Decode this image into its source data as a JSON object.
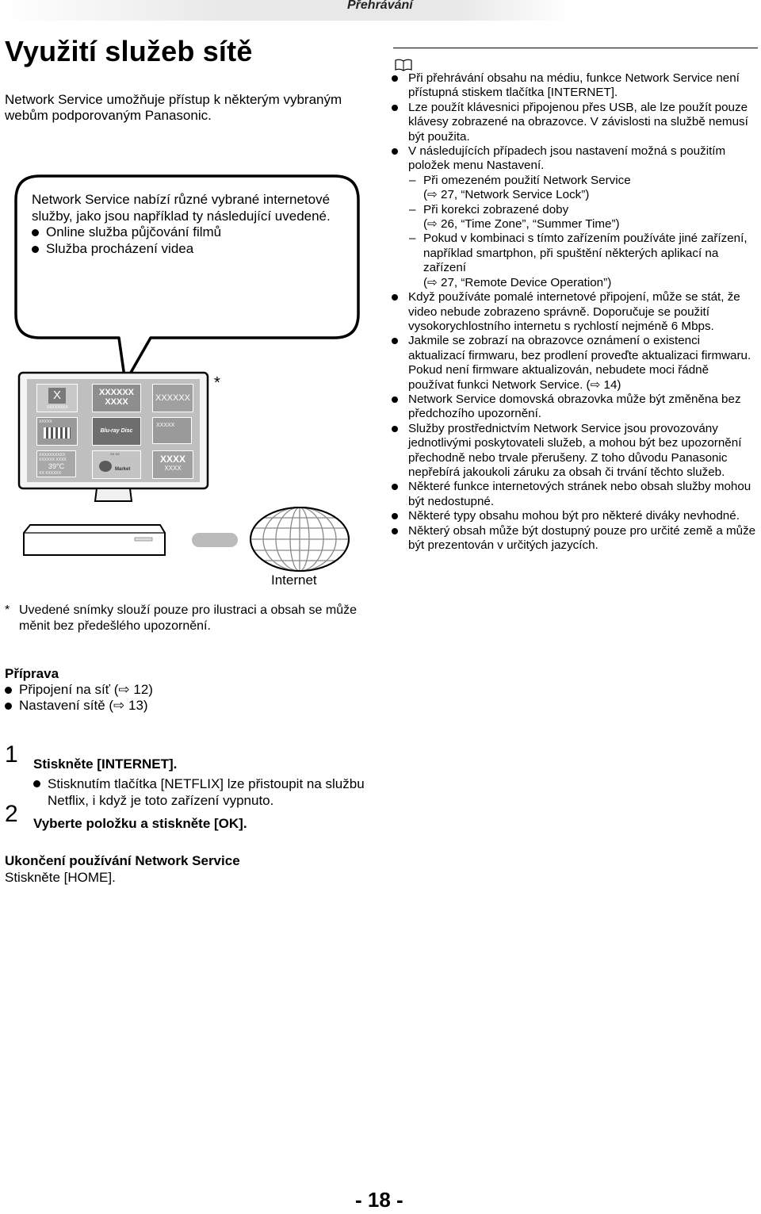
{
  "header": {
    "section": "Přehrávání"
  },
  "title": "Využití služeb sítě",
  "intro": "Network Service umožňuje přístup k některým vybraným webům podporovaným Panasonic.",
  "bubble": {
    "lead": "Network Service nabízí různé vybrané internetové služby, jako jsou například ty následující uvedené.",
    "items": [
      "Online služba půjčování filmů",
      "Služba procházení videa"
    ]
  },
  "illustration": {
    "star": "*",
    "internet_label": "Internet",
    "tiles": {
      "t1_big": "X",
      "t1_small": "XXXXXXXX",
      "t2_line1": "XXXXXX",
      "t2_line2": "XXXX",
      "t3": "XXXXXX",
      "t4_top": "XXXXX",
      "t5_logo": "Blu-ray Disc",
      "t6": "XXXXX",
      "t7_line1": "XXXXXXXXXX",
      "t7_line2": "XXXXXX XXXX",
      "t7_temp": "39°C",
      "t7_line3": "XX XXXXXX",
      "t8_small": "XX XX",
      "t8_label": "Market",
      "t9_line1": "XXXX",
      "t9_line2": "XXXX"
    }
  },
  "footnote": {
    "star": "*",
    "text": "Uvedené snímky slouží pouze pro ilustraci a obsah se může měnit bez předešlého upozornění."
  },
  "notes": {
    "items": [
      "Při přehrávání obsahu na médiu, funkce Network Service není přístupná stiskem tlačítka [INTERNET].",
      "Lze použít klávesnici připojenou přes USB, ale lze použít pouze klávesy zobrazené na obrazovce. V závislosti na službě nemusí být použita.",
      "V následujících případech jsou nastavení možná s použitím položek menu Nastavení."
    ],
    "dashes": [
      {
        "l1": "Při omezeném použití Network Service",
        "l2": "(⇨ 27, “Network Service Lock”)"
      },
      {
        "l1": "Při korekci zobrazené doby",
        "l2": "(⇨ 26, “Time Zone”, “Summer Time”)"
      },
      {
        "l1": "Pokud v kombinaci s tímto zařízením používáte jiné zařízení, například smartphon, při spuštění některých aplikací na zařízení",
        "l2": "(⇨ 27, “Remote Device Operation”)"
      }
    ],
    "items2": [
      "Když používáte pomalé internetové připojení, může se stát, že video nebude zobrazeno správně. Doporučuje se použití vysokorychlostního internetu s rychlostí nejméně 6 Mbps.",
      "Jakmile se zobrazí na obrazovce oznámení o existenci aktualizací firmwaru, bez prodlení proveďte aktualizaci firmwaru. Pokud není firmware aktualizován, nebudete moci řádně používat funkci Network Service. (⇨ 14)",
      "Network Service domovská obrazovka může být změněna bez předchozího upozornění.",
      "Služby prostřednictvím Network Service jsou provozovány jednotlivými poskytovateli služeb, a mohou být bez upozornění přechodně nebo trvale přerušeny. Z toho důvodu Panasonic nepřebírá jakoukoli záruku za obsah či trvání těchto služeb.",
      "Některé funkce internetových stránek nebo obsah služby mohou být nedostupné.",
      "Některé typy obsahu mohou být pro některé diváky nevhodné.",
      "Některý obsah může být dostupný pouze pro určité země a může být prezentován v určitých jazycích."
    ]
  },
  "prep": {
    "heading": "Příprava",
    "items": [
      "Připojení na síť (⇨ 12)",
      "Nastavení sítě (⇨ 13)"
    ]
  },
  "steps": [
    {
      "num": "1",
      "text": "Stiskněte [INTERNET].",
      "sub": "Stisknutím tlačítka [NETFLIX] lze přistoupit na službu Netflix, i když je toto zařízení vypnuto."
    },
    {
      "num": "2",
      "text": "Vyberte položku a stiskněte [OK]."
    }
  ],
  "end": {
    "heading": "Ukončení používání Network Service",
    "text": "Stiskněte [HOME]."
  },
  "page_number": "- 18 -"
}
